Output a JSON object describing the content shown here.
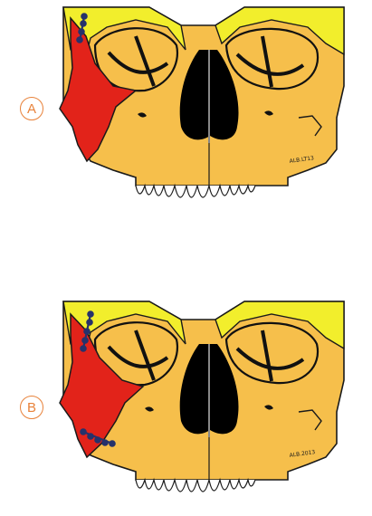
{
  "panels": [
    {
      "label": "A",
      "signature": "ALB.LT13"
    },
    {
      "label": "B",
      "signature": "ALB.2013"
    }
  ],
  "colors": {
    "bone": "#f6bf4b",
    "orbit_rim": "#f2ee2c",
    "fracture_segment": "#e2231a",
    "cavity": "#000000",
    "fixation_plate": "#26326b",
    "label_accent": "#e8823a"
  }
}
